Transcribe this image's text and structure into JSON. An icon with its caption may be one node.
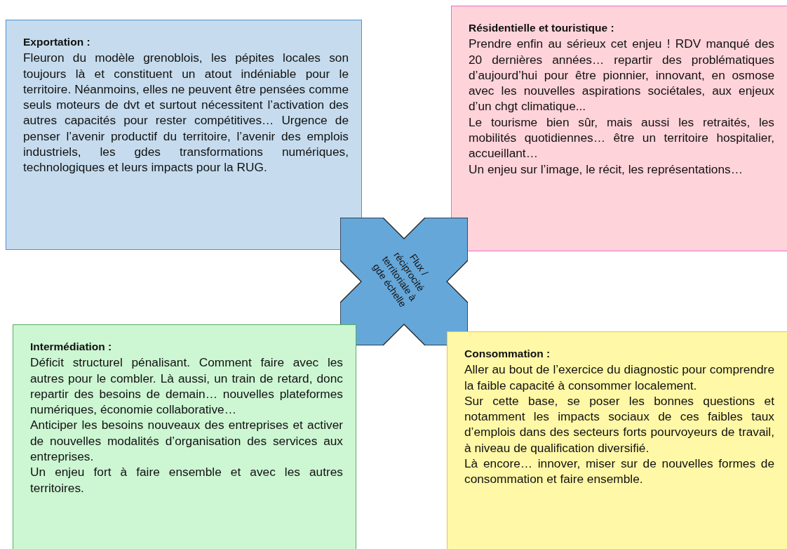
{
  "diagram": {
    "nodes": [
      {
        "text": [
          "Exportation :",
          "Fleuron du modèle grenoblois, les pépites locales son toujours là et constituent un atout indéniable pour le territoire. Néanmoins, elles ne peuvent être pensées comme seuls moteurs de dvt et surtout nécessitent l’activation des autres capacités pour rester compétitives… Urgence de penser l’avenir productif du territoire, l’avenir des emplois industriels, les gdes transformations numériques, technologiques et leurs impacts pour la RUG."
        ]
      },
      {
        "text": [
          "Résidentielle et touristique :",
          "Prendre enfin au sérieux cet enjeu ! RDV manqué des 20 dernières années… repartir des problématiques d’aujourd’hui pour être pionnier, innovant, en osmose avec les nouvelles aspirations sociétales, aux enjeux d’un chgt climatique...",
          "Le tourisme bien sûr, mais aussi les retraités, les mobilités quotidiennes… être un territoire hospitalier, accueillant…",
          "Un enjeu sur l’image, le récit, les représentations…"
        ]
      },
      {
        "text": [
          "Flux / réciprocité territoriale à gde échelle"
        ]
      },
      {
        "text": [
          "Intermédiation :",
          "Déficit structurel pénalisant. Comment faire avec les autres pour le combler. Là aussi, un train de retard, donc repartir des besoins de demain… nouvelles plateformes numériques, économie collaborative…",
          "Anticiper les besoins nouveaux des entreprises et activer de nouvelles modalités d’organisation des services aux entreprises.",
          "Un enjeu fort à faire ensemble et avec les autres territoires."
        ]
      },
      {
        "text": [
          "Consommation :",
          "Aller au bout de l’exercice du diagnostic pour comprendre la faible capacité à consommer localement.",
          "Sur cette base, se poser les bonnes questions et notamment les impacts sociaux de ces faibles taux d’emplois dans des secteurs forts pourvoyeurs de travail, à niveau de qualification diversifié.",
          "Là encore… innover, miser sur de nouvelles formes de consommation et faire ensemble."
        ]
      }
    ]
  }
}
